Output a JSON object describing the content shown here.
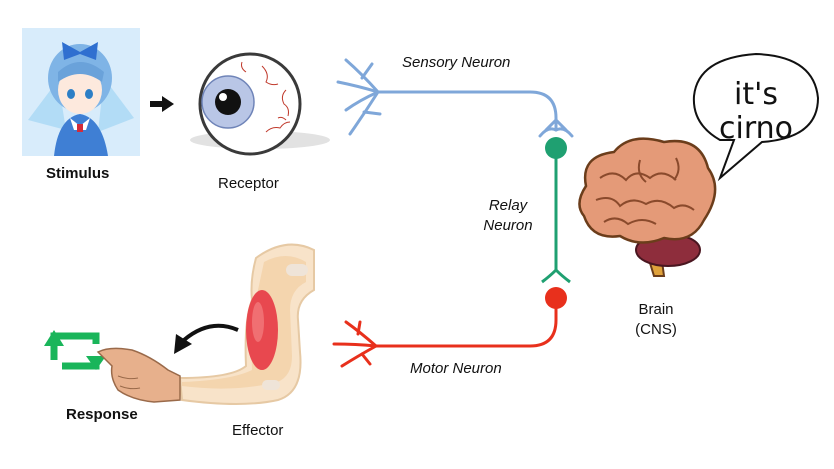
{
  "labels": {
    "stimulus": "Stimulus",
    "receptor": "Receptor",
    "sensory_neuron": "Sensory Neuron",
    "relay_neuron_line1": "Relay",
    "relay_neuron_line2": "Neuron",
    "brain_line1": "Brain",
    "brain_line2": "(CNS)",
    "motor_neuron": "Motor Neuron",
    "effector": "Effector",
    "response": "Response"
  },
  "speech_bubble": {
    "line1": "it's",
    "line2": "cirno"
  },
  "colors": {
    "sensory": "#7fa7d9",
    "relay": "#1fa071",
    "motor": "#e8301c",
    "brain": "#d98a6a",
    "cerebellum": "#8e2d3c",
    "retweet": "#19b55a",
    "arrow": "#111111"
  },
  "icons": {
    "stimulus_image": "anime-fairy-portrait",
    "receptor_image": "eyeball-icon",
    "brain_image": "brain-icon",
    "effector_image": "arm-muscle-icon",
    "response_image": "retweet-icon"
  }
}
